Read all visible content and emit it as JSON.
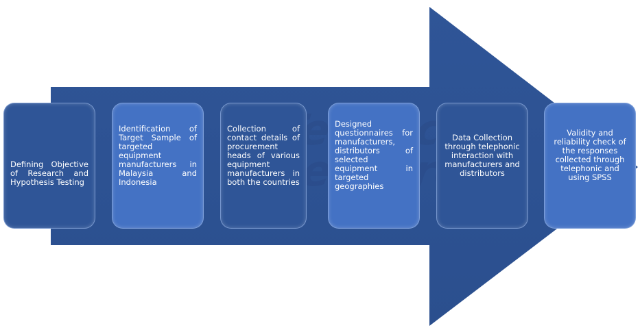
{
  "watermark": "TechSci Research",
  "colors": {
    "arrow": "#2f5597",
    "box_dark": "#2f5597",
    "box_light": "#4472c4",
    "text": "#ffffff"
  },
  "steps": [
    {
      "label": "Defining Objective of Research and Hypothesis Testing"
    },
    {
      "label": "Identification of Target Sample of targeted equipment manufacturers in Malaysia and Indonesia"
    },
    {
      "label": "Collection of contact details of procurement heads of various equipment manufacturers in both the countries"
    },
    {
      "label": "Designed questionnaires for manufacturers, distributors of selected equipment in targeted geographies"
    },
    {
      "label": "Data Collection through telephonic interaction with manufacturers and distributors"
    },
    {
      "label": "Validity and reliability check of the responses collected through telephonic and using SPSS"
    }
  ]
}
